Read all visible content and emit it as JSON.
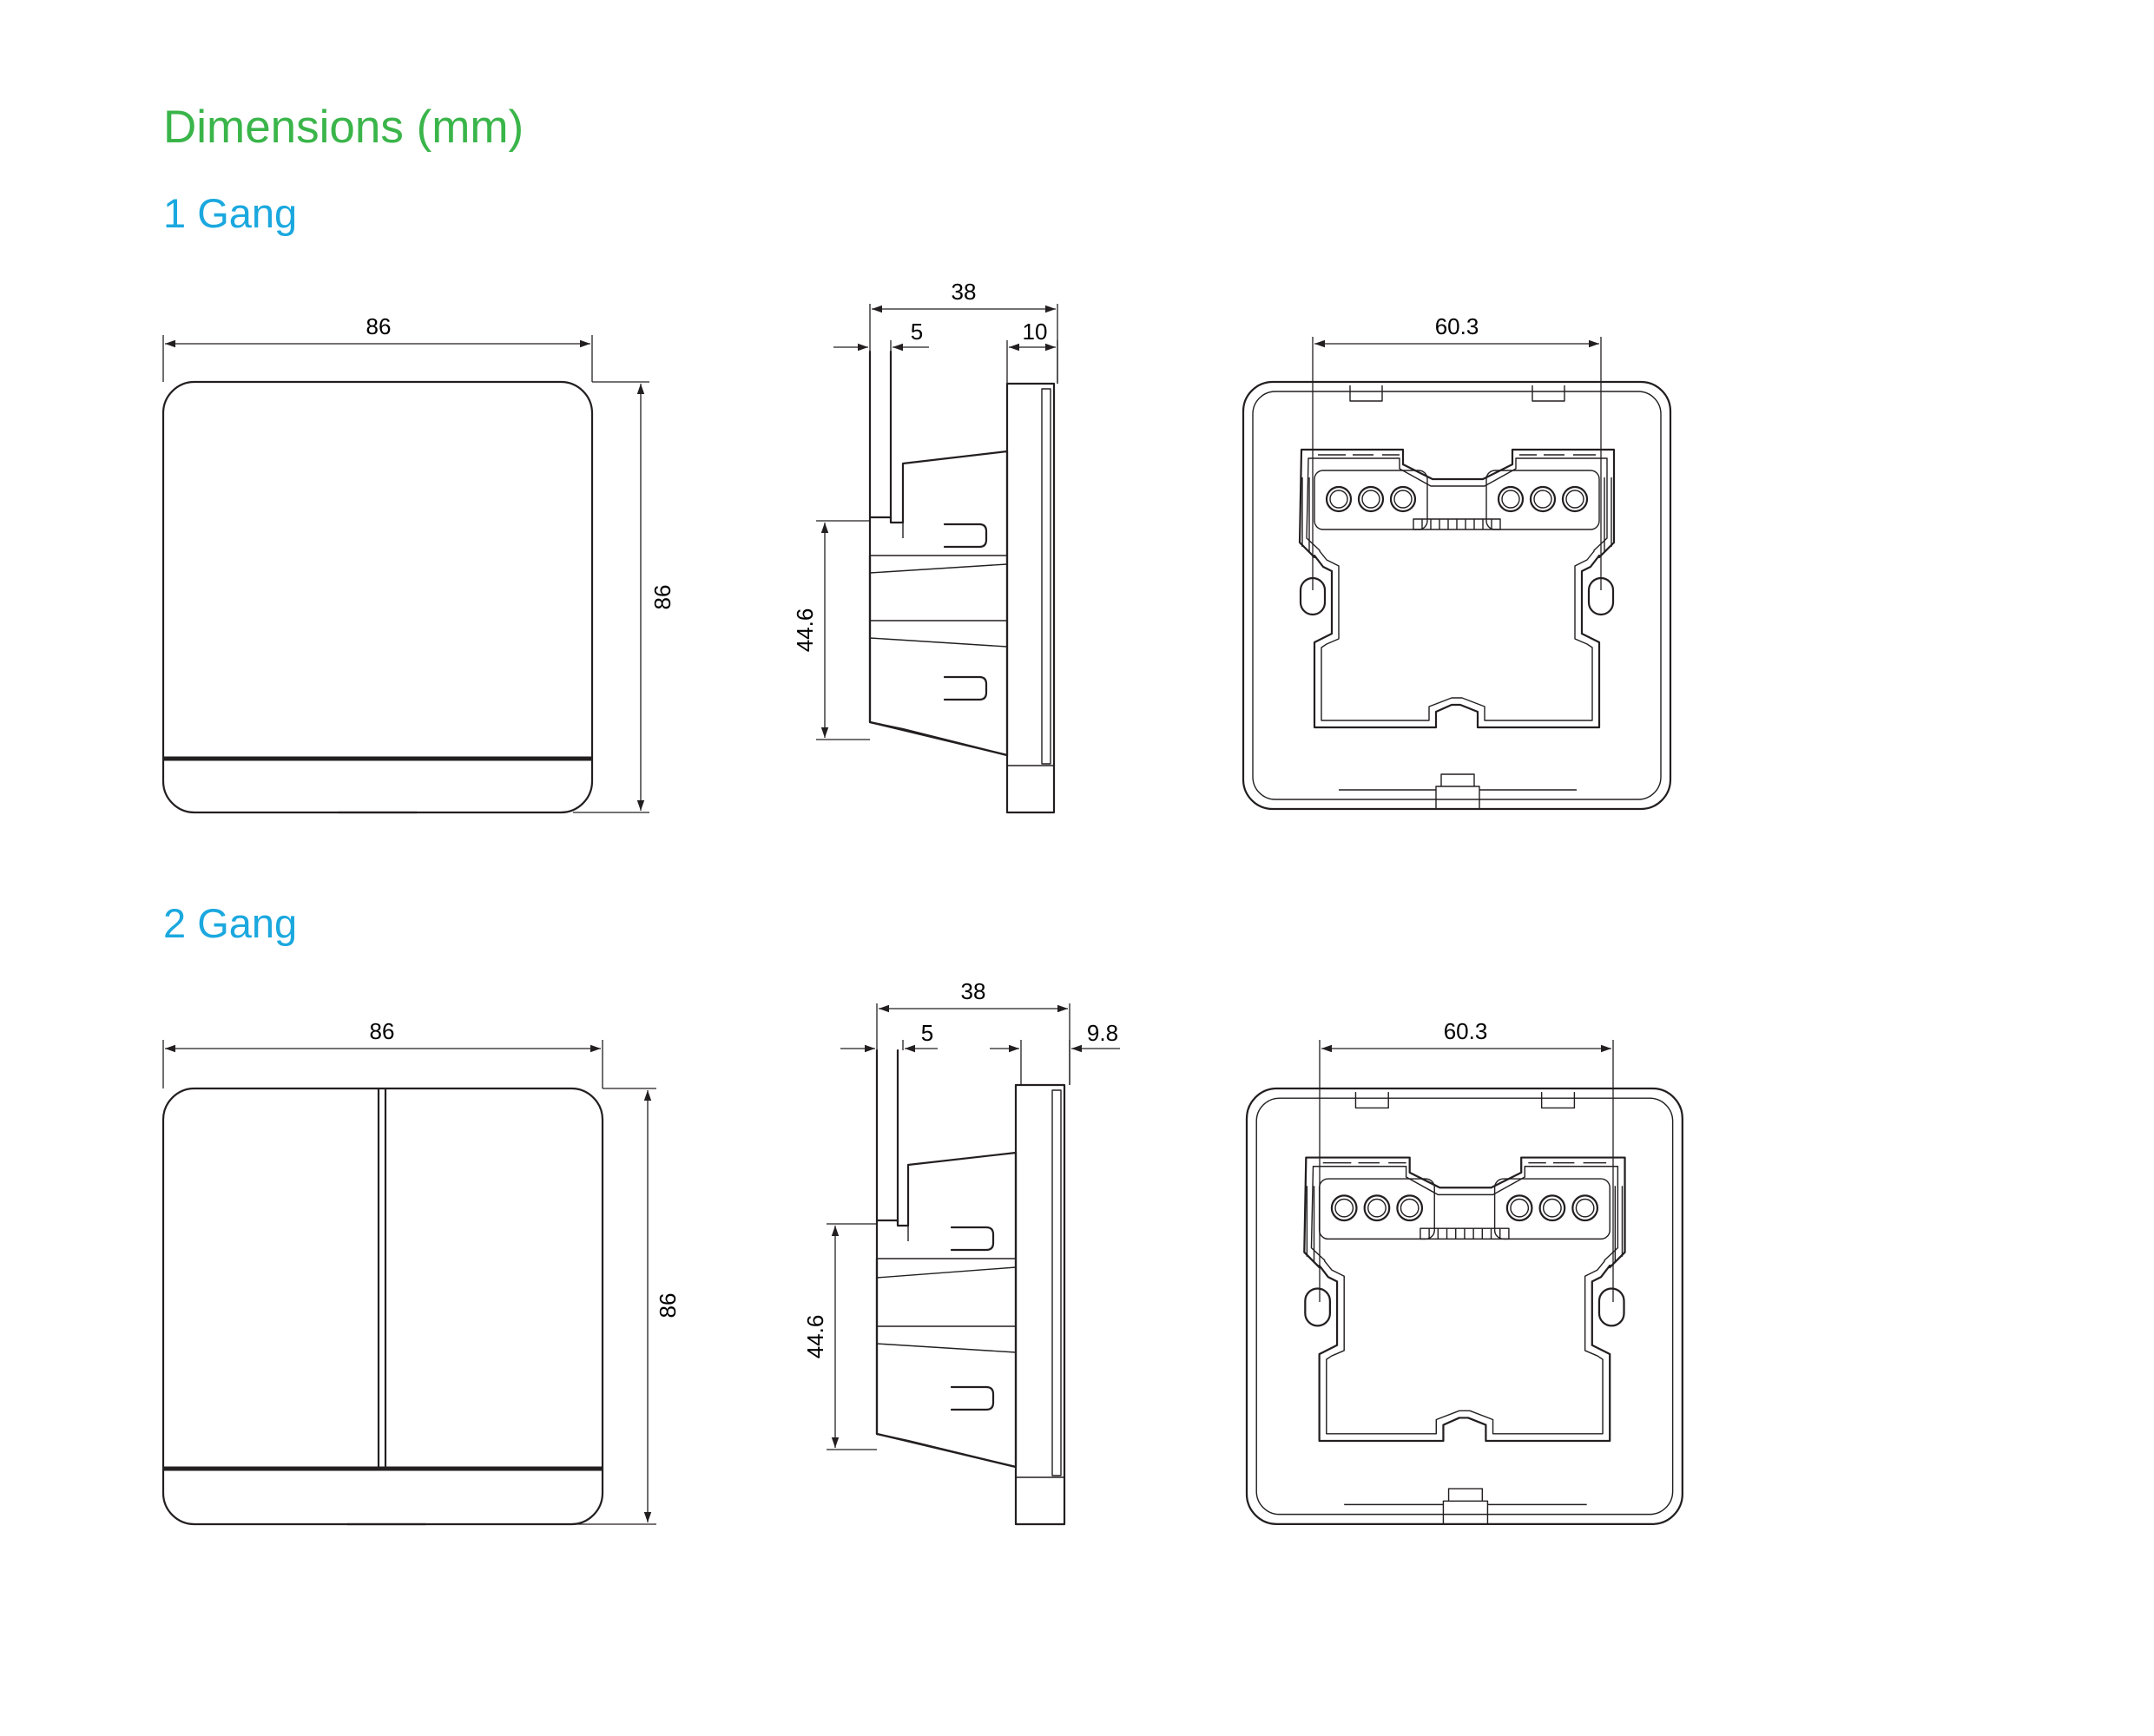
{
  "title": "Dimensions (mm)",
  "sections": [
    {
      "label": "1 Gang",
      "front": {
        "width": "86",
        "height": "86"
      },
      "side": {
        "depth": "38",
        "flange": "5",
        "plate": "10",
        "body_height": "44.6"
      },
      "back": {
        "hole_spacing": "60.3"
      }
    },
    {
      "label": "2 Gang",
      "front": {
        "width": "86",
        "height": "86"
      },
      "side": {
        "depth": "38",
        "flange": "5",
        "plate": "9.8",
        "body_height": "44.6"
      },
      "back": {
        "hole_spacing": "60.3"
      }
    }
  ],
  "colors": {
    "title": "#3ab54a",
    "section": "#1ba8df",
    "line": "#231f20"
  }
}
